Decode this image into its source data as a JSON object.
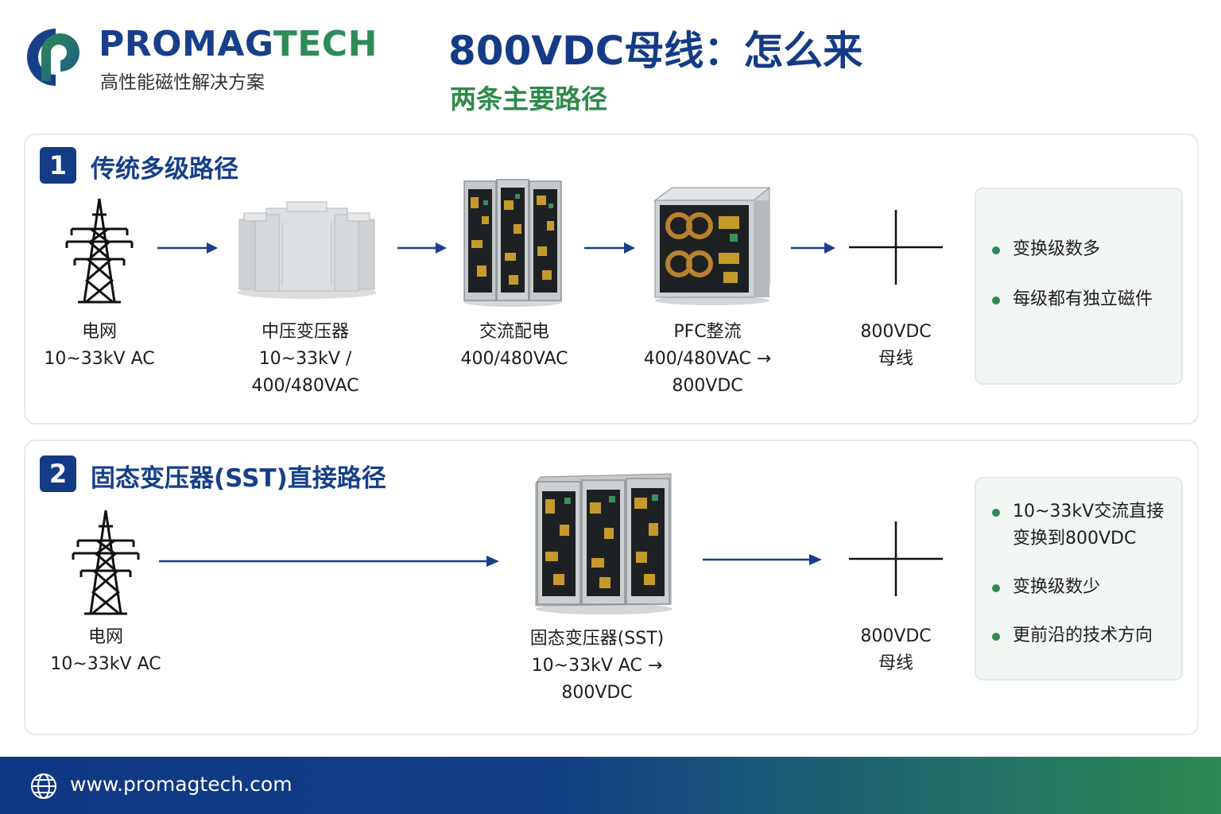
{
  "header": {
    "brand_part1": "PROMAG",
    "brand_part2": "TECH",
    "tagline": "高性能磁性解决方案",
    "title": "800VDC母线：怎么来",
    "subtitle": "两条主要路径"
  },
  "path1": {
    "number": "1",
    "title": "传统多级路径",
    "nodes": [
      {
        "icon": "transmission-tower-icon",
        "lines": [
          "电网",
          "10~33kV AC"
        ]
      },
      {
        "icon": "mv-transformer-icon",
        "lines": [
          "中压变压器",
          "10~33kV /",
          "400/480VAC"
        ]
      },
      {
        "icon": "ac-distribution-cabinet-icon",
        "lines": [
          "交流配电",
          "400/480VAC"
        ]
      },
      {
        "icon": "pfc-rectifier-icon",
        "lines": [
          "PFC整流",
          "400/480VAC →",
          "800VDC"
        ]
      },
      {
        "icon": "dc-bus-icon",
        "lines": [
          "800VDC",
          "母线"
        ]
      }
    ],
    "bullets": [
      "变换级数多",
      "每级都有独立磁件"
    ]
  },
  "path2": {
    "number": "2",
    "title": "固态变压器(SST)直接路径",
    "nodes": [
      {
        "icon": "transmission-tower-icon",
        "lines": [
          "电网",
          "10~33kV AC"
        ]
      },
      {
        "icon": "sst-cabinet-icon",
        "lines": [
          "固态变压器(SST)",
          "10~33kV AC →",
          "800VDC"
        ]
      },
      {
        "icon": "dc-bus-icon",
        "lines": [
          "800VDC",
          "母线"
        ]
      }
    ],
    "bullets": [
      "10~33kV交流直接",
      "变换到800VDC",
      "变换级数少",
      "更前沿的技术方向"
    ]
  },
  "footer": {
    "url": "www.promagtech.com"
  },
  "colors": {
    "brand_blue": "#143b86",
    "brand_green": "#2e8b57",
    "arrow_blue": "#173f8a"
  }
}
